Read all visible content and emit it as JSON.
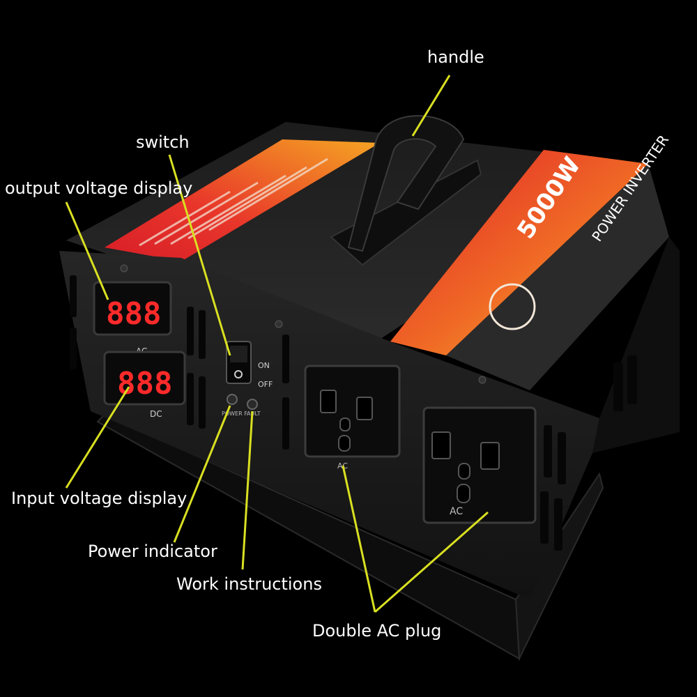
{
  "callouts": {
    "handle": "handle",
    "switch": "switch",
    "output_voltage_display": "output voltage display",
    "input_voltage_display": "Input voltage display",
    "power_indicator": "Power indicator",
    "work_instructions": "Work instructions",
    "double_ac_plug": "Double AC plug"
  },
  "device": {
    "brand_band_text": "POWER INVERTER",
    "rating_text": "5000W",
    "ac_display_label": "AC",
    "dc_display_label": "DC",
    "switch_on": "ON",
    "switch_off": "OFF",
    "indicator_labels": "POWER FAULT",
    "socket_label": "AC",
    "display_digits": "888"
  },
  "colors": {
    "callout_line": "#d9e021",
    "band_red": "#e0202a",
    "band_orange": "#f5a623",
    "display_red": "#ff2a2a",
    "body": "#1a1a1a"
  }
}
